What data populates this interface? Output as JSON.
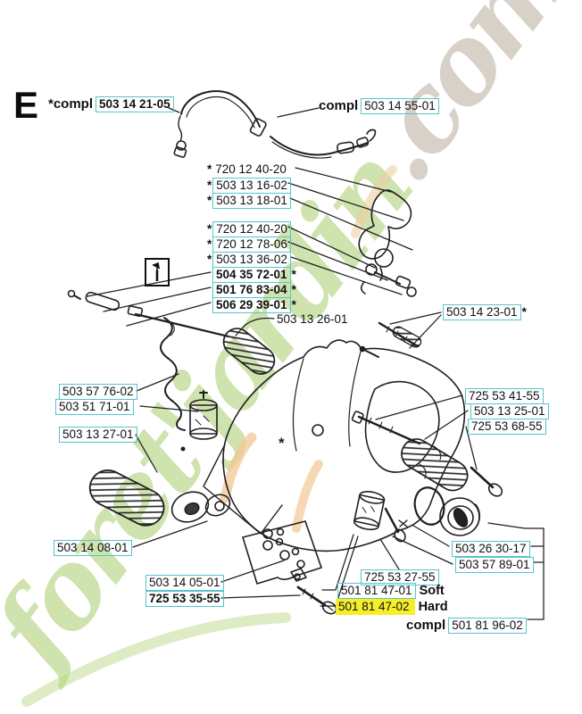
{
  "page": {
    "section_letter": "E",
    "body_asterisk": "*"
  },
  "icons": {
    "special_tool": "screwdriver",
    "diagram": "exploded-parts-view"
  },
  "colors": {
    "box_border": "#57c4cd",
    "highlight": "#f6ee2a",
    "line": "#1a1a1a",
    "watermark_green": "#a9cd6d",
    "watermark_orange": "#f2c795",
    "watermark_gray": "#b9ac9c"
  },
  "watermark": {
    "green_text": "foret'jardin",
    "gray_text": ".com"
  },
  "labels": {
    "compl_tl": {
      "prefix": "*compl",
      "number": "503 14 21-05"
    },
    "compl_tr": {
      "prefix": "compl",
      "number": "503 14 55-01"
    },
    "p720a": {
      "prefix": "*",
      "number": "720 12 40-20"
    },
    "p5031316": {
      "prefix": "*",
      "number": "503 13 16-02"
    },
    "p5031318": {
      "prefix": "*",
      "number": "503 13 18-01"
    },
    "p720b": {
      "prefix": "*",
      "number": "720 12 40-20"
    },
    "p7201278": {
      "prefix": "*",
      "number": "720 12 78-06"
    },
    "p5031336": {
      "prefix": "*",
      "number": "503 13 36-02"
    },
    "p5043572": {
      "number": "504 35 72-01",
      "suffix": "*"
    },
    "p5017683": {
      "number": "501 76 83-04",
      "suffix": "*"
    },
    "p5062939": {
      "number": "506 29 39-01",
      "suffix": "*"
    },
    "p5031326": {
      "number": "503 13 26-01"
    },
    "p5031423": {
      "number": "503 14 23-01",
      "suffix": "*"
    },
    "p5035776": {
      "number": "503 57 76-02"
    },
    "p5035171": {
      "number": "503 51 71-01"
    },
    "p5031327": {
      "number": "503 13 27-01"
    },
    "p7255341": {
      "number": "725 53 41-55"
    },
    "p5031325": {
      "number": "503 13 25-01"
    },
    "p7255368": {
      "number": "725 53 68-55"
    },
    "p5031408": {
      "number": "503 14 08-01"
    },
    "p5031405": {
      "number": "503 14 05-01"
    },
    "p7255335": {
      "number": "725 53 35-55"
    },
    "p5032630": {
      "number": "503 26 30-17"
    },
    "p5035789": {
      "number": "503 57 89-01"
    },
    "p7255327": {
      "number": "725 53 27-55"
    },
    "p5018147_soft": {
      "number": "501 81 47-01",
      "suffix": "Soft"
    },
    "p5018147_hard": {
      "number": "501 81 47-02",
      "suffix": "Hard"
    },
    "compl_bottom": {
      "prefix": "compl",
      "number": "501 81 96-02"
    }
  }
}
